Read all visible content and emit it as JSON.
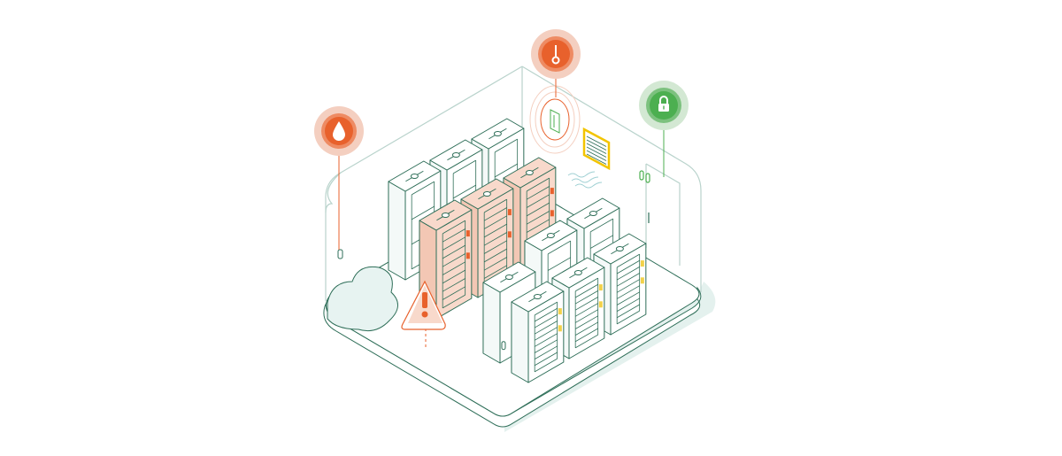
{
  "illustration": {
    "subject": "server-room",
    "colors": {
      "line": "#2e6e58",
      "wall_line": "#b9d3cc",
      "floor_tint": "#e7f3f1",
      "alert": "#e8612c",
      "alert_halo": "#f4cfc0",
      "rack_alert_fill": "#f8d9cb",
      "ok": "#4caf50",
      "ok_halo": "#d3e8d3",
      "vent": "#f2c400",
      "indicator_yellow": "#f2d24a"
    },
    "sensors": [
      {
        "icon": "water-drop-icon",
        "status": "alert"
      },
      {
        "icon": "thermometer-icon",
        "status": "alert"
      },
      {
        "icon": "padlock-icon",
        "status": "ok"
      }
    ],
    "warning": {
      "icon": "warning-triangle-icon"
    }
  }
}
